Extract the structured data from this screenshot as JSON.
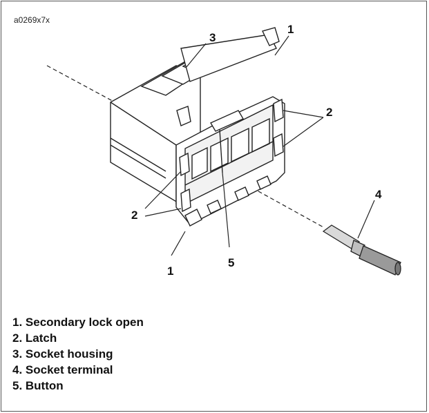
{
  "figure_id": "a0269x7x",
  "callouts": {
    "c3": "3",
    "c1_top": "1",
    "c2_right": "2",
    "c4": "4",
    "c2_left": "2",
    "c5": "5",
    "c1_bottom": "1"
  },
  "legend": [
    "1. Secondary lock open",
    "2. Latch",
    "3. Socket housing",
    "4. Socket terminal",
    "5. Button"
  ]
}
